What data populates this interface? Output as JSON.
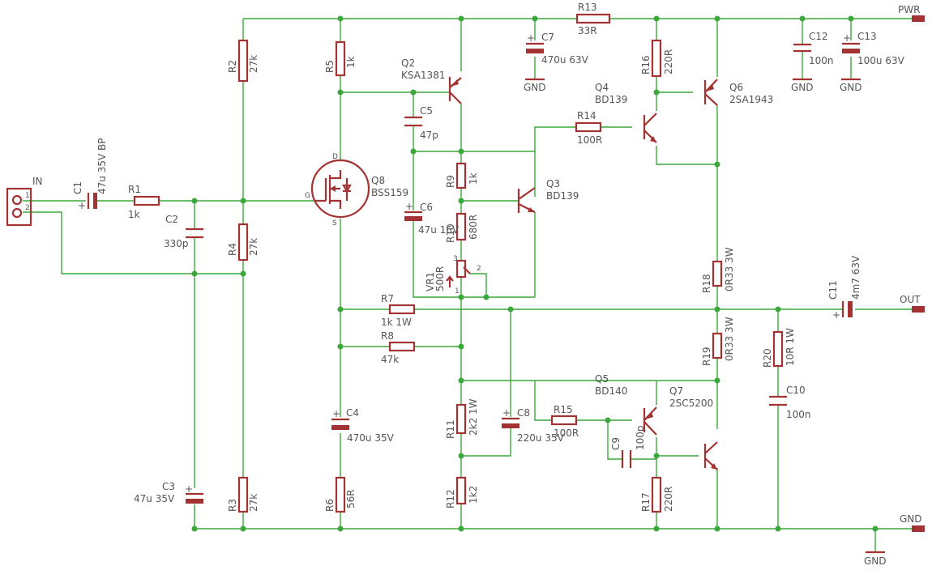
{
  "ports": {
    "pwr": "PWR",
    "out": "OUT",
    "gnd": "GND",
    "in": "IN"
  },
  "gnd_symbol": "GND",
  "connector_pins": [
    "1",
    "2"
  ],
  "potentiometer_pins": [
    "3",
    "2",
    "1"
  ],
  "mosfet_pins": [
    "D",
    "G",
    "S"
  ],
  "components": {
    "C1": {
      "ref": "C1",
      "value": "47u 35V BP"
    },
    "R1": {
      "ref": "R1",
      "value": "1k"
    },
    "C2": {
      "ref": "C2",
      "value": "330p"
    },
    "R2": {
      "ref": "R2",
      "value": "27k"
    },
    "R4": {
      "ref": "R4",
      "value": "27k"
    },
    "R3": {
      "ref": "R3",
      "value": "27k"
    },
    "C3": {
      "ref": "C3",
      "value": "47u 35V"
    },
    "R5": {
      "ref": "R5",
      "value": "1k"
    },
    "Q8": {
      "ref": "Q8",
      "value": "BSS159"
    },
    "C4": {
      "ref": "C4",
      "value": "470u 35V"
    },
    "R6": {
      "ref": "R6",
      "value": "56R"
    },
    "Q2": {
      "ref": "Q2",
      "value": "KSA1381"
    },
    "C5": {
      "ref": "C5",
      "value": "47p"
    },
    "C6": {
      "ref": "C6",
      "value": "47u 16V"
    },
    "R9": {
      "ref": "R9",
      "value": "1k"
    },
    "R10": {
      "ref": "R10",
      "value": "680R"
    },
    "VR1": {
      "ref": "VR1",
      "value": "500R"
    },
    "Q3": {
      "ref": "Q3",
      "value": "BD139"
    },
    "C7": {
      "ref": "C7",
      "value": "470u 63V"
    },
    "R13": {
      "ref": "R13",
      "value": "33R"
    },
    "R14": {
      "ref": "R14",
      "value": "100R"
    },
    "Q4": {
      "ref": "Q4",
      "value": "BD139"
    },
    "R16": {
      "ref": "R16",
      "value": "220R"
    },
    "Q6": {
      "ref": "Q6",
      "value": "2SA1943"
    },
    "C12": {
      "ref": "C12",
      "value": "100n"
    },
    "C13": {
      "ref": "C13",
      "value": "100u 63V"
    },
    "R7": {
      "ref": "R7",
      "value": "1k 1W"
    },
    "R8": {
      "ref": "R8",
      "value": "47k"
    },
    "R11": {
      "ref": "R11",
      "value": "2k2 1W"
    },
    "C8": {
      "ref": "C8",
      "value": "220u 35V"
    },
    "R12": {
      "ref": "R12",
      "value": "1k2"
    },
    "R15": {
      "ref": "R15",
      "value": "100R"
    },
    "Q5": {
      "ref": "Q5",
      "value": "BD140"
    },
    "C9": {
      "ref": "C9",
      "value": "100p"
    },
    "R17": {
      "ref": "R17",
      "value": "220R"
    },
    "Q7": {
      "ref": "Q7",
      "value": "2SC5200"
    },
    "R18": {
      "ref": "R18",
      "value": "0R33 3W"
    },
    "R19": {
      "ref": "R19",
      "value": "0R33 3W"
    },
    "R20": {
      "ref": "R20",
      "value": "10R 1W"
    },
    "C10": {
      "ref": "C10",
      "value": "100n"
    },
    "C11": {
      "ref": "C11",
      "value": "4m7 63V"
    }
  },
  "colors": {
    "wire": "#3ca83c",
    "component": "#a33232",
    "text": "#555555",
    "background": "#ffffff"
  }
}
